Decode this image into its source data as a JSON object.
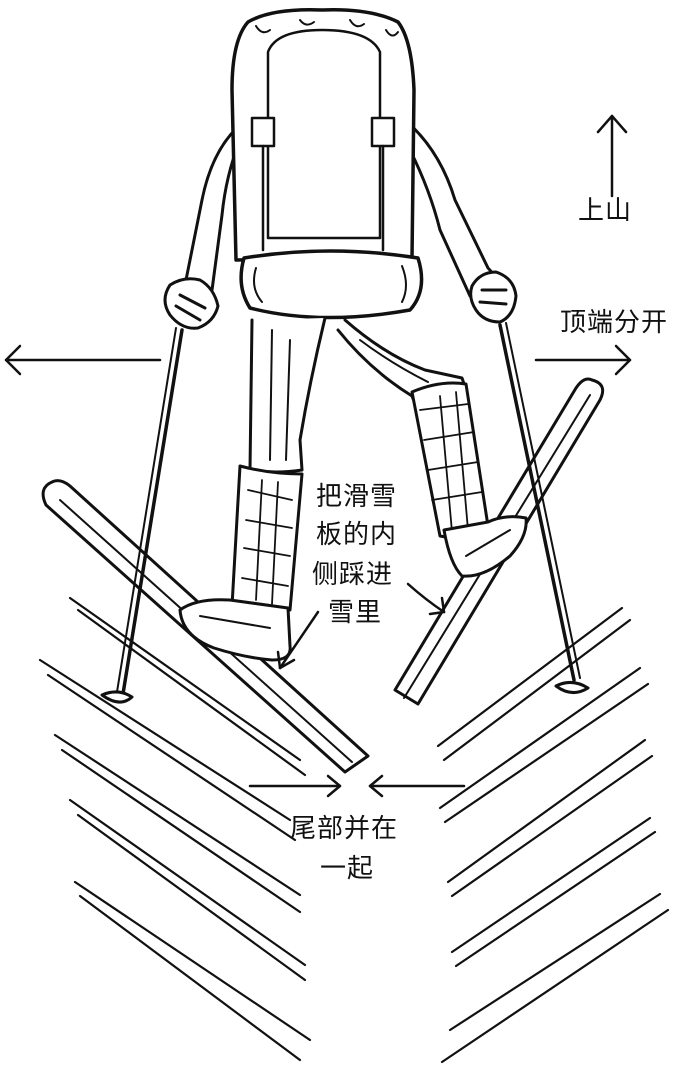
{
  "labels": {
    "uphill": "上山",
    "tips_apart": "顶端分开",
    "edge_line1": "把滑雪",
    "edge_line2": "板的内",
    "edge_line3": "侧踩进",
    "edge_line4": "雪里",
    "tails_line1": "尾部并在",
    "tails_line2": "一起"
  },
  "colors": {
    "ink": "#111111",
    "paper": "#ffffff"
  }
}
